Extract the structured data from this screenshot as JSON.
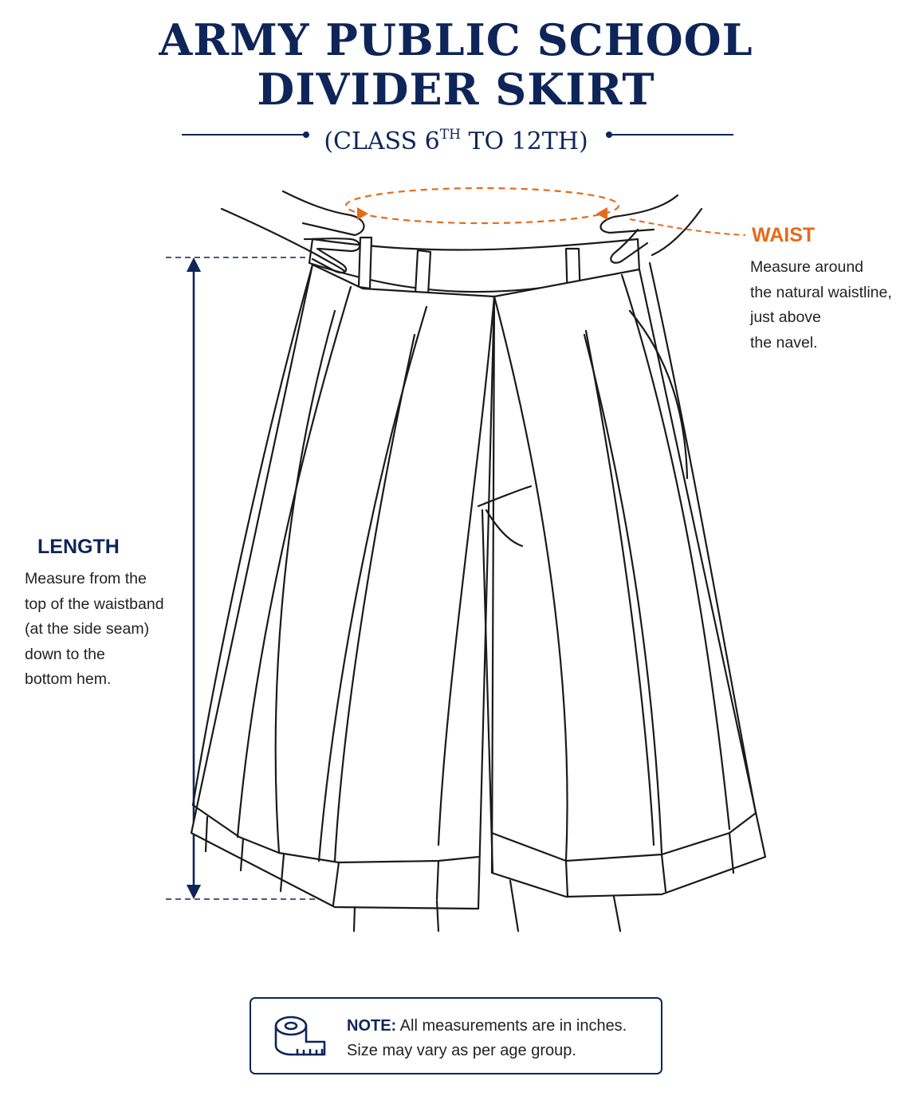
{
  "header": {
    "title_line1": "ARMY PUBLIC SCHOOL",
    "title_line2": "DIVIDER SKIRT",
    "subtitle_pre": "(CLASS 6",
    "subtitle_sup": "TH",
    "subtitle_post": " TO 12TH)"
  },
  "waist": {
    "title": "WAIST",
    "lines": [
      "Measure around",
      "the natural waistline,",
      "just above",
      "the navel."
    ]
  },
  "length": {
    "title": "LENGTH",
    "lines": [
      "Measure from the",
      "top of the waistband",
      "(at the side seam)",
      "down to the",
      "bottom hem."
    ]
  },
  "note": {
    "lead": "NOTE:",
    "line1": " All measurements are in inches.",
    "line2": "Size may vary as per age group."
  },
  "colors": {
    "navy": "#0e2559",
    "orange": "#e56a1a",
    "ink": "#1a1a1a"
  },
  "icons": {
    "note": "measuring-tape-icon"
  }
}
